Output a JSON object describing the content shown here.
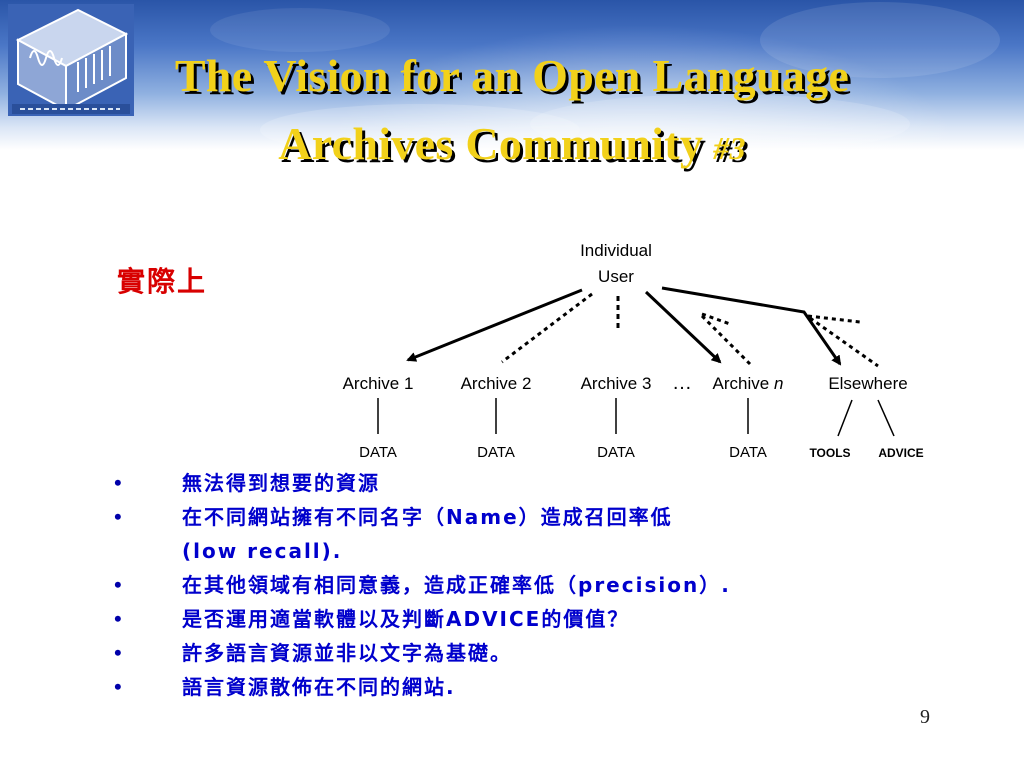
{
  "title": {
    "line1": "The Vision for an Open Language",
    "line2": "Archives Community",
    "suffix": "#3"
  },
  "heading": "實際上",
  "diagram": {
    "user_label_line1": "Individual",
    "user_label_line2": "User",
    "ellipsis": "…",
    "nodes": [
      {
        "label": "Archive 1",
        "italic_suffix": "",
        "data_label": "DATA"
      },
      {
        "label": "Archive 2",
        "italic_suffix": "",
        "data_label": "DATA"
      },
      {
        "label": "Archive 3",
        "italic_suffix": "",
        "data_label": "DATA"
      },
      {
        "label": "Archive ",
        "italic_suffix": "n",
        "data_label": "DATA"
      },
      {
        "label": "Elsewhere",
        "italic_suffix": "",
        "data_label": ""
      }
    ],
    "elsewhere_children": [
      "TOOLS",
      "ADVICE"
    ]
  },
  "bullets": [
    {
      "symbol": "•",
      "text": "無法得到想要的資源"
    },
    {
      "symbol": "•",
      "text": "在不同網站擁有不同名字（Name）造成召回率低\n(low recall)."
    },
    {
      "symbol": "•",
      "text": "在其他領域有相同意義，造成正確率低（precision）."
    },
    {
      "symbol": "•",
      "text": "是否運用適當軟體以及判斷ADVICE的價值？"
    },
    {
      "symbol": "•",
      "text": "許多語言資源並非以文字為基礎。"
    },
    {
      "symbol": "•",
      "text": "語言資源散佈在不同的網站."
    }
  ],
  "page_number": "9",
  "colors": {
    "title": "#f2d11a",
    "heading": "#d80000",
    "bullets": "#0000cc",
    "banner": "#2a55a8"
  },
  "icons": {
    "logo": "open-language-archives-logo-icon"
  }
}
